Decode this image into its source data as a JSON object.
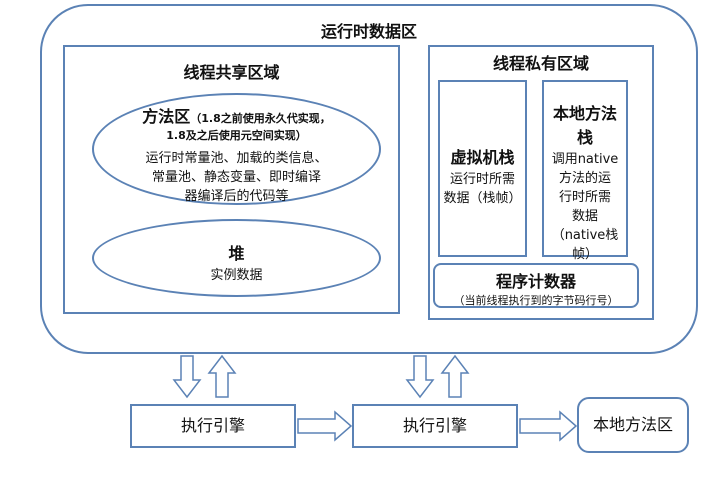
{
  "runtime_area": {
    "title": "运行时数据区"
  },
  "shared_area": {
    "title": "线程共享区域",
    "method_area": {
      "title": "方法区",
      "note_line1": "（1.8之前使用永久代实现，",
      "note_line2": "1.8及之后使用元空间实现）",
      "desc_line1": "运行时常量池、加载的类信息、",
      "desc_line2": "常量池、静态变量、即时编译",
      "desc_line3": "器编译后的代码等"
    },
    "heap": {
      "title": "堆",
      "desc": "实例数据"
    }
  },
  "private_area": {
    "title": "线程私有区域",
    "vm_stack": {
      "title": "虚拟机栈",
      "desc_line1": "运行时所需",
      "desc_line2": "数据（栈帧）"
    },
    "native_stack": {
      "title_line1": "本地方法",
      "title_line2": "栈",
      "desc_line1": "调用native",
      "desc_line2": "方法的运",
      "desc_line3": "行时所需",
      "desc_line4": "数据",
      "desc_line5": "（native栈",
      "desc_line6": "帧）"
    },
    "program_counter": {
      "title": "程序计数器",
      "desc": "（当前线程执行到的字节码行号）"
    }
  },
  "bottom": {
    "exec_engine_1": "执行引擎",
    "exec_engine_2": "执行引擎",
    "native_method_area": "本地方法区"
  }
}
